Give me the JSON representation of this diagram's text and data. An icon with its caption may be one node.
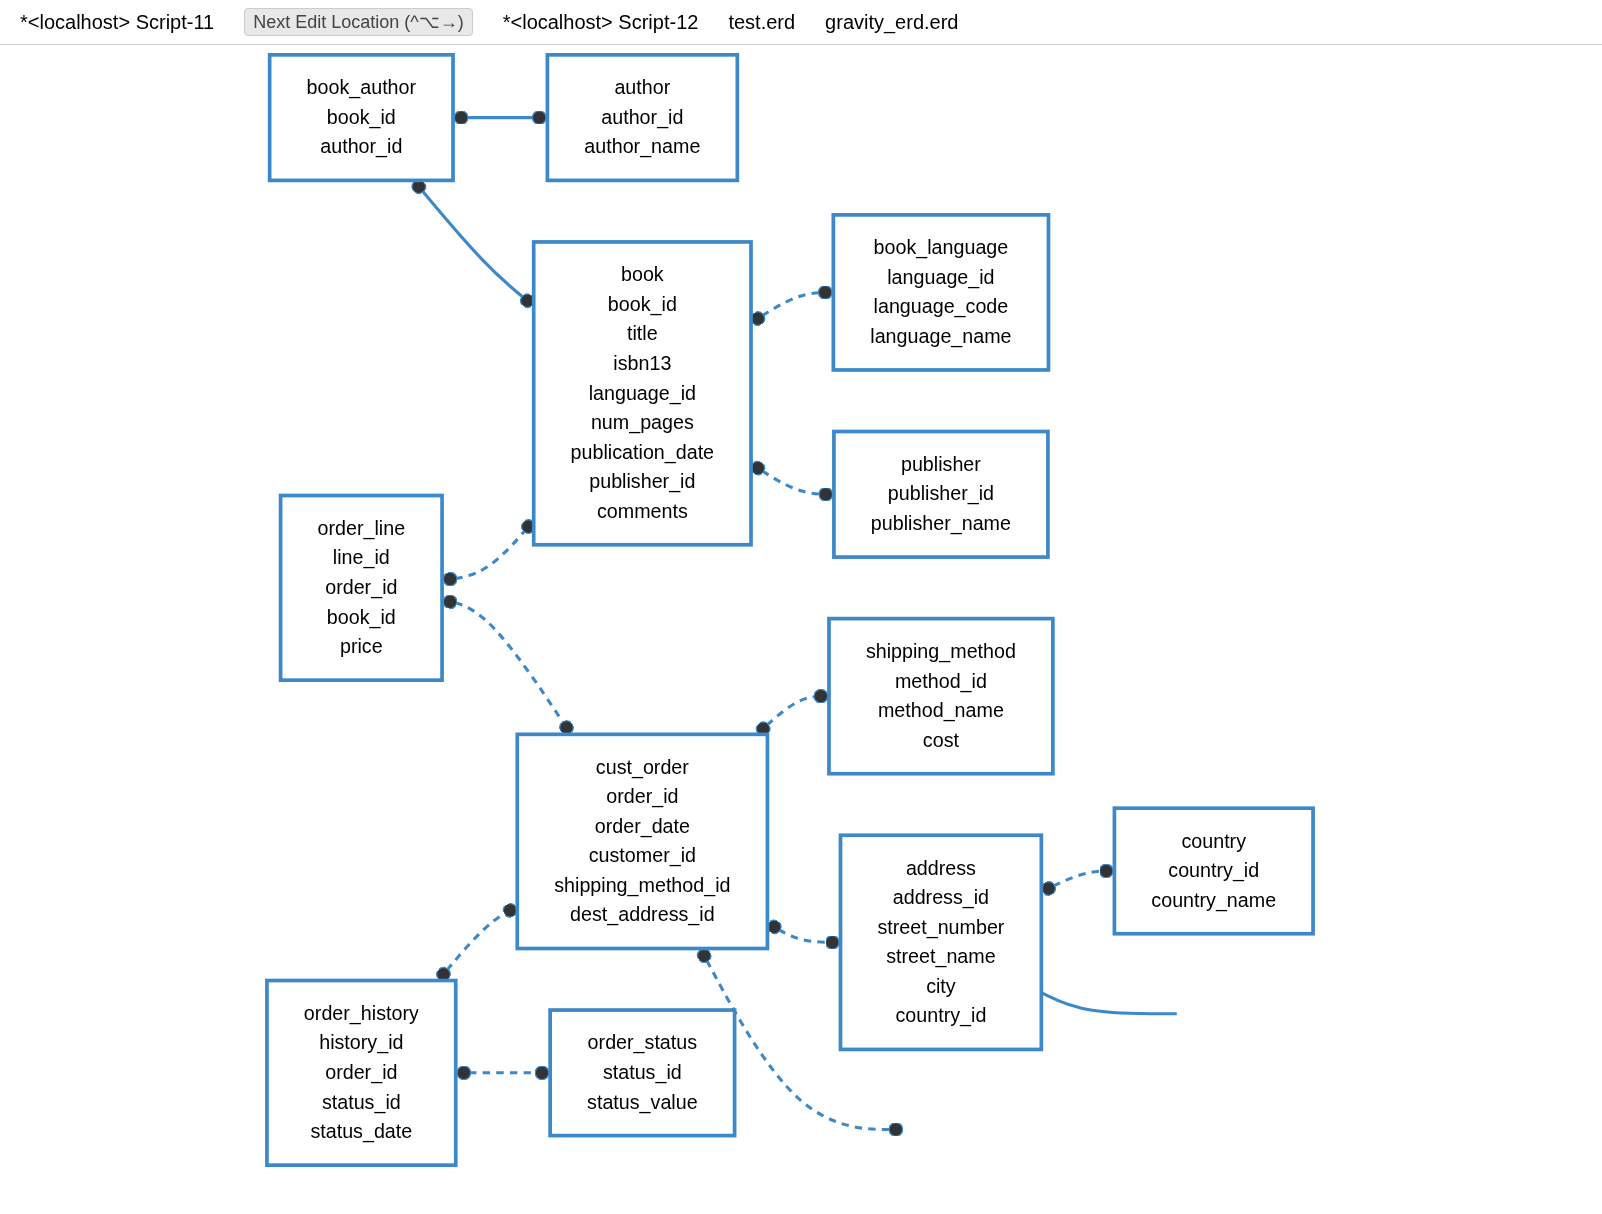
{
  "diagram": {
    "nodes": [
      {
        "text": [
          "author",
          "author_id",
          "author_name"
        ]
      },
      {
        "text": [
          "book_author",
          "book_id",
          "author_id"
        ]
      },
      {
        "text": [
          "book_language",
          "language_id",
          "language_code",
          "language_name"
        ]
      },
      {
        "text": [
          "book",
          "book_id",
          "title",
          "isbn13",
          "language_id",
          "num_pages",
          "publication_date",
          "publisher_id",
          "comments"
        ]
      },
      {
        "text": [
          "publisher",
          "publisher_id",
          "publisher_name"
        ]
      },
      {
        "text": [
          "order_line",
          "line_id",
          "order_id",
          "book_id",
          "price"
        ]
      },
      {
        "text": [
          "shipping_method",
          "method_id",
          "method_name",
          "cost"
        ]
      },
      {
        "text": [
          "cust_order",
          "order_id",
          "order_date",
          "customer_id",
          "shipping_method_id",
          "dest_address_id"
        ]
      },
      {
        "text": [
          "order_history",
          "history_id",
          "order_id",
          "status_id",
          "status_date"
        ]
      },
      {
        "text": [
          "address",
          "address_id",
          "street_number",
          "street_name",
          "city",
          "country_id"
        ]
      },
      {
        "text": [
          "country",
          "country_id",
          "country_name"
        ]
      },
      {
        "text": [
          "order_status",
          "status_id",
          "status_value"
        ]
      }
    ],
    "edges": [
      {
        "from": 1,
        "to": 0,
        "arrow": "other"
      },
      {
        "from": 1,
        "to": 3,
        "arrow": "other"
      },
      {
        "from": 3,
        "to": 2,
        "arrow": "other",
        "style": "dashed"
      },
      {
        "from": 3,
        "to": 4,
        "arrow": "other",
        "style": "dashed"
      },
      {
        "from": 5,
        "to": 3,
        "arrow": "other",
        "style": "dashed"
      },
      {
        "from": 5,
        "to": 7,
        "arrow": "other",
        "style": "dashed"
      },
      {
        "from": 7,
        "to": 6,
        "arrow": "other",
        "style": "dashed"
      },
      {
        "from": 8,
        "to": 7,
        "arrow": "other",
        "style": "dashed"
      },
      {
        "from": 7,
        "to": 9,
        "arrow": "other",
        "style": "dashed"
      },
      {
        "from": 8,
        "to": 11,
        "arrow": "other",
        "style": "dashed"
      },
      {
        "from": 9,
        "to": 10,
        "arrow": "other",
        "style": "dashed"
      },
      {
        "from": 7,
        "to": null,
        "arrow": "other",
        "style": "dashed"
      },
      {
        "from": 9,
        "to": null,
        "arrow": "none"
      }
    ],
    "labels": [
      "*<localhost> Script-11",
      "Next Edit Location (^⌥→)",
      "*<localhost> Script-12",
      "test.erd",
      "gravity_erd.erd"
    ]
  }
}
